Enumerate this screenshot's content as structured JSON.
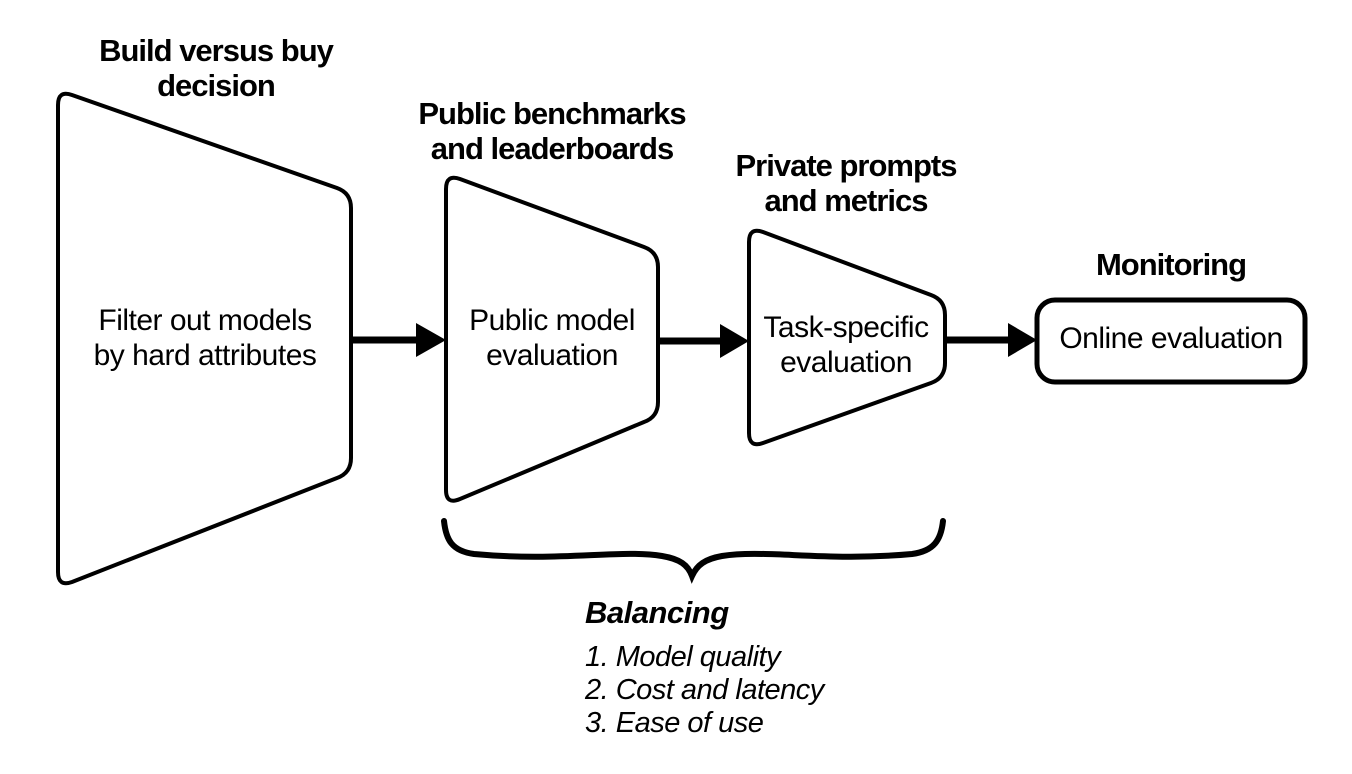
{
  "diagram": {
    "colors": {
      "ink": "#000000",
      "background": "#ffffff"
    },
    "stages": [
      {
        "shape": "funnel-large",
        "title_lines": [
          "Build versus buy",
          "decision"
        ],
        "label_lines": [
          "Filter out models",
          "by hard attributes"
        ]
      },
      {
        "shape": "funnel-medium",
        "title_lines": [
          "Public benchmarks",
          "and leaderboards"
        ],
        "label_lines": [
          "Public model",
          "evaluation"
        ]
      },
      {
        "shape": "funnel-small",
        "title_lines": [
          "Private prompts",
          "and metrics"
        ],
        "label_lines": [
          "Task-specific",
          "evaluation"
        ]
      },
      {
        "shape": "rounded-box",
        "title_lines": [
          "Monitoring"
        ],
        "label_lines": [
          "Online evaluation"
        ]
      }
    ],
    "balancing": {
      "heading": "Balancing",
      "items": [
        "1. Model quality",
        "2. Cost and latency",
        "3. Ease of use"
      ]
    }
  }
}
